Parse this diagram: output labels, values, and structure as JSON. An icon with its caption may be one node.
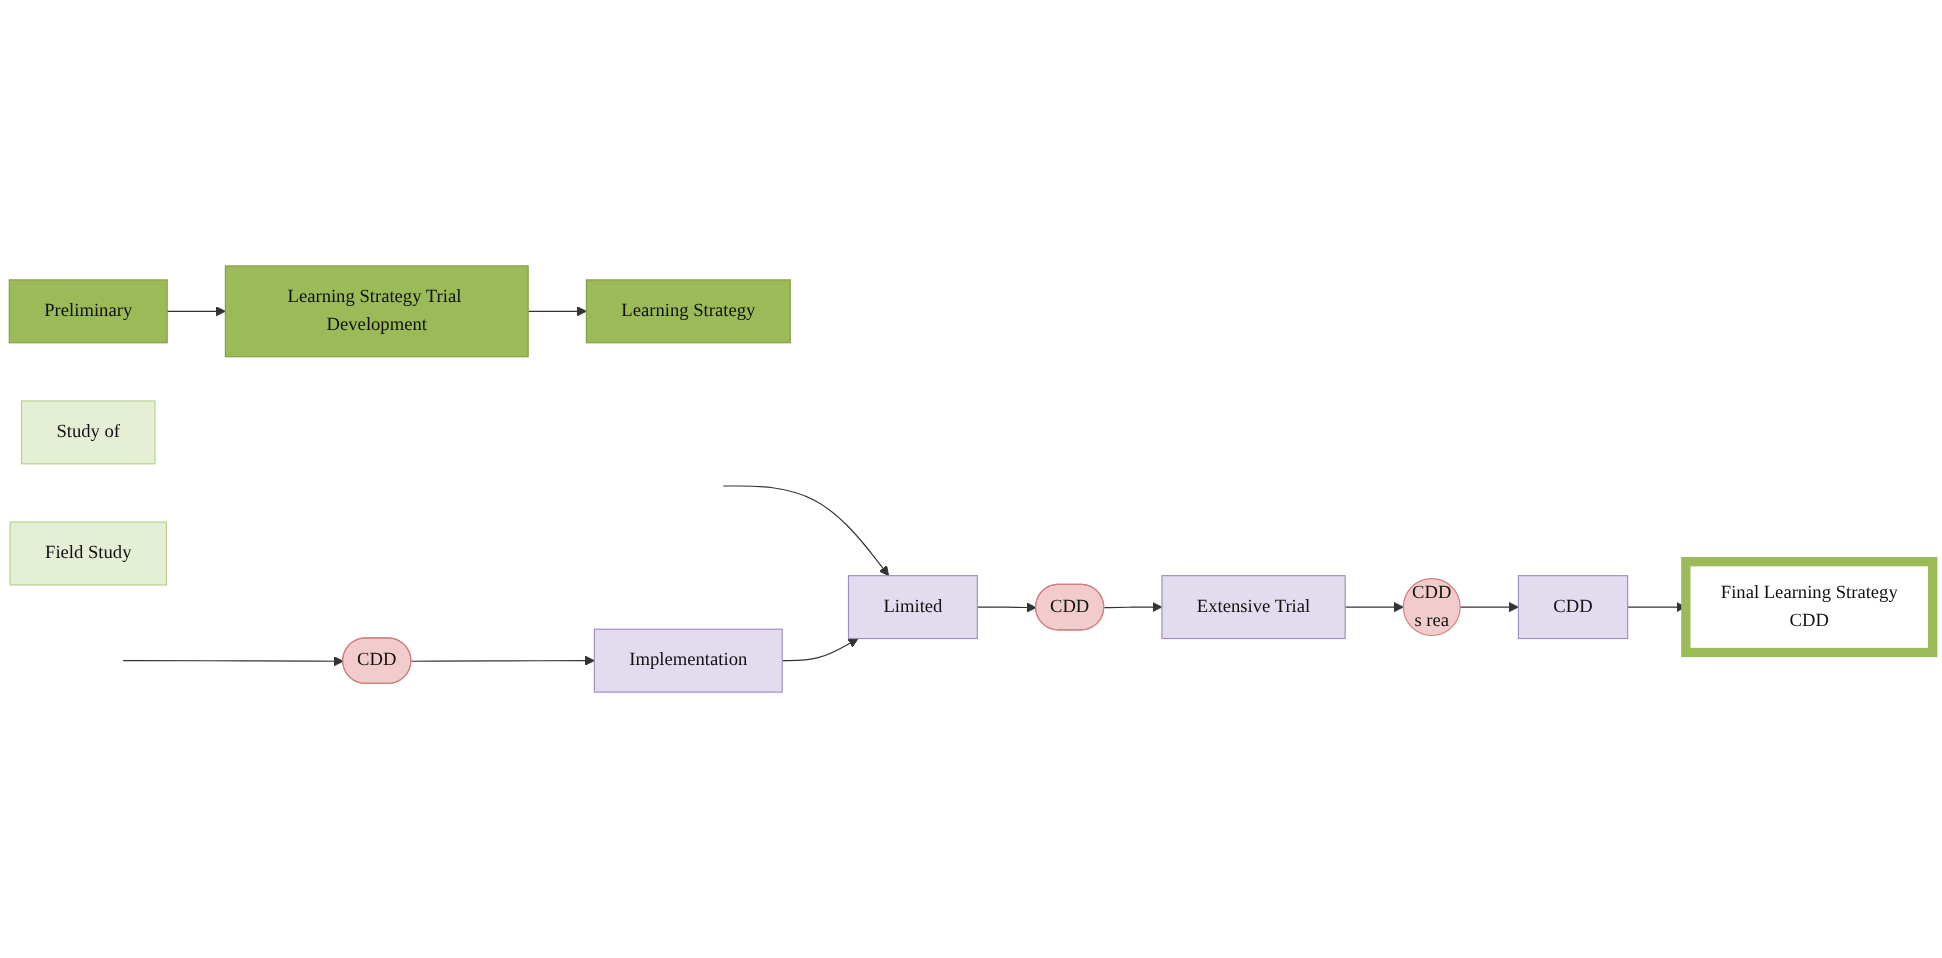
{
  "diagram": {
    "nodes": [
      {
        "text": [
          "Preliminary"
        ]
      },
      {
        "text": [
          "Learning Strategy Trial Development"
        ]
      },
      {
        "text": [
          "Learning Strategy"
        ]
      },
      {
        "text": [
          "Study of"
        ]
      },
      {
        "text": [
          "Field Study"
        ]
      },
      {
        "text": [
          "CDD"
        ]
      },
      {
        "text": [
          "Limited"
        ]
      },
      {
        "text": [
          "CDD"
        ]
      },
      {
        "text": [
          "Implementation"
        ]
      },
      {
        "text": [
          "Extensive Trial"
        ]
      },
      {
        "text": [
          "CDD",
          "s rea"
        ]
      },
      {
        "text": [
          "CDD"
        ]
      },
      {
        "text": [
          "Final Learning Strategy",
          "CDD"
        ]
      }
    ],
    "edges": [
      {
        "from": 0,
        "to": 1,
        "arrow": "to"
      },
      {
        "from": 1,
        "to": 2,
        "arrow": "to"
      },
      {
        "from": null,
        "to": 6,
        "arrow": "to"
      },
      {
        "from": null,
        "to": 5,
        "arrow": "to"
      },
      {
        "from": 5,
        "to": 8,
        "arrow": "to"
      },
      {
        "from": 8,
        "to": 6,
        "arrow": "to"
      },
      {
        "from": 6,
        "to": 7,
        "arrow": "to"
      },
      {
        "from": 7,
        "to": 9,
        "arrow": "to"
      },
      {
        "from": 9,
        "to": 10,
        "arrow": "to"
      },
      {
        "from": 10,
        "to": 11,
        "arrow": "to"
      },
      {
        "from": 11,
        "to": 12,
        "arrow": "to"
      }
    ]
  }
}
